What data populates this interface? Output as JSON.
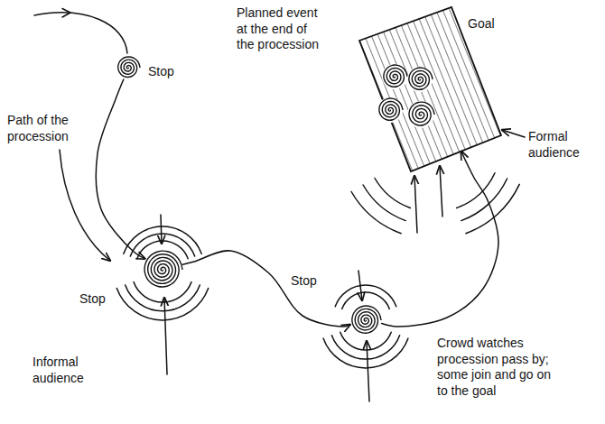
{
  "diagram": {
    "nodes": [
      {
        "text": [
          "Goal"
        ]
      },
      {
        "text": [
          "Stop"
        ]
      },
      {
        "text": [
          "Stop"
        ]
      },
      {
        "text": [
          "Stop"
        ]
      }
    ],
    "edges": [
      {
        "from": 1,
        "to": 2,
        "arrow": "to"
      },
      {
        "from": 2,
        "to": 3,
        "arrow": "to"
      },
      {
        "from": 3,
        "to": 0,
        "arrow": "to"
      }
    ],
    "labels": [
      "Planned event at the end of the procession",
      "Path of the procession",
      "Formal audience",
      "Crowd watches procession pass by; some join and go on to the goal",
      "Informal audience"
    ]
  }
}
